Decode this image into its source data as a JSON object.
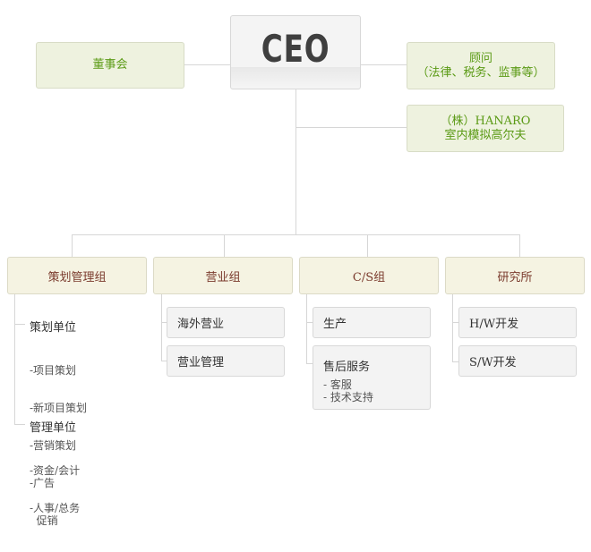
{
  "top": {
    "ceo": "CEO",
    "board": "董事会",
    "advisor": {
      "line1": "顾问",
      "line2": "（法律、税务、监事等）"
    },
    "affiliate": {
      "line1": "（株）HANARO",
      "line2": "室内模拟高尔夫"
    }
  },
  "departments": [
    {
      "name": "策划管理组",
      "units": [
        {
          "title": "策划单位",
          "items": [
            "-项目策划",
            "-新项目策划",
            "-营销策划",
            "-广告",
            "  促销"
          ]
        },
        {
          "title": "管理单位",
          "items": [
            "-资金/会计",
            "-人事/总务"
          ]
        }
      ]
    },
    {
      "name": "营业组",
      "subs": [
        {
          "title": "海外营业"
        },
        {
          "title": "营业管理"
        }
      ]
    },
    {
      "name": "C/S组",
      "subs": [
        {
          "title": "生产"
        },
        {
          "title": "售后服务",
          "items": [
            "- 客服",
            "- 技术支持"
          ]
        }
      ]
    },
    {
      "name": "研究所",
      "subs": [
        {
          "title": "H/W开发"
        },
        {
          "title": "S/W开发"
        }
      ]
    }
  ]
}
